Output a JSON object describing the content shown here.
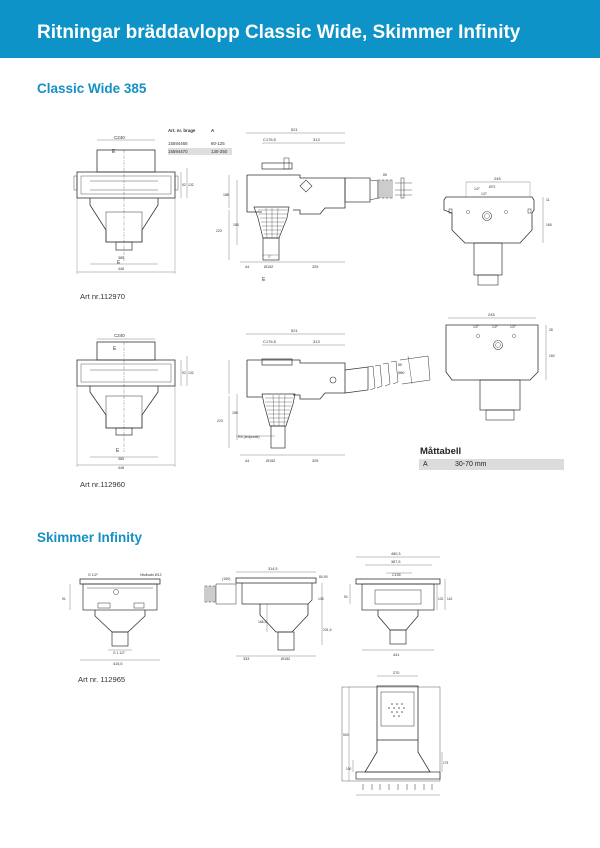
{
  "header": {
    "title": "Ritningar bräddavlopp Classic Wide, Skimmer Infinity"
  },
  "sections": {
    "classic_wide": {
      "title": "Classic Wide 385"
    },
    "skimmer_infinity": {
      "title": "Skimmer Infinity"
    }
  },
  "articles": {
    "a1": "Art nr.112970",
    "a2": "Art nr.112960",
    "a3": "Art nr. 112965"
  },
  "ref_table": {
    "col1": "Art. nr. brage",
    "col2": "A",
    "rows": [
      {
        "nr": "15594468",
        "a": "80-125"
      },
      {
        "nr": "15594470",
        "a": "130-250"
      }
    ]
  },
  "mattabell": {
    "title": "Måttabell",
    "label": "A",
    "value": "30-70 mm"
  },
  "dims": {
    "d1": {
      "c240": "C240",
      "e": "E",
      "n385": "385",
      "n448": "448",
      "n92": "92",
      "n132": "132"
    },
    "d2": {
      "n521": "521",
      "c176": "C176,5",
      "n313": "313",
      "n188": "188",
      "n223": "223",
      "n185": "185",
      "n44": "44",
      "d152": "Ø152",
      "n325": "325",
      "e": "E",
      "n85": "85",
      "n1": "1\""
    },
    "d3": {
      "n245": "245",
      "d72": "Ø72",
      "n112a": "1/2\"",
      "n112b": "1/2\"",
      "n11": "11",
      "n165": "165"
    },
    "d4": {
      "c240": "C240",
      "e": "E",
      "n385": "385",
      "n448": "448",
      "n92": "92",
      "n132": "132"
    },
    "d5": {
      "n521": "521",
      "c176": "C176,5",
      "n313": "313",
      "n223": "223",
      "n185": "185",
      "n325": "325",
      "n44": "44",
      "d152": "Ø152",
      "r65": "R5 (ledpunkt)",
      "n60": "Ø60",
      "n85": "85"
    },
    "d6": {
      "n245": "245",
      "a": "1/2\"",
      "b": "1/2\"",
      "c": "1/2\"",
      "n28": "28",
      "n160": "160"
    },
    "d7": {
      "g112": "G 1/2\"",
      "nivavakt": "Nivåvakt Ø12",
      "n415": "415,5",
      "g2": "G 1 1/2\"",
      "n91": "91"
    },
    "d8": {
      "n3145": "314,5",
      "n150": "(150)",
      "n80": "80-90",
      "n1665": "166,5",
      "n2315": "231,5",
      "n333": "333",
      "d152": "Ø152",
      "n135": "135"
    },
    "d9": {
      "n4803": "480,3",
      "n3875": "387,5",
      "c155": "C155",
      "n441": "441",
      "n102": "102",
      "n142": "142",
      "n50": "50"
    },
    "d10": {
      "n270": "270",
      "n500": "500",
      "n100": "100",
      "n175": "175"
    }
  }
}
